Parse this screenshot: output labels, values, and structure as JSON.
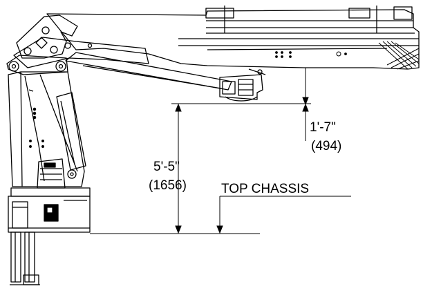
{
  "dimensions": {
    "upper": {
      "feet_inches": "1'-7\"",
      "mm": "(494)"
    },
    "main": {
      "feet_inches": "5'-5\"",
      "mm": "(1656)"
    }
  },
  "reference_label": "TOP CHASSIS",
  "colors": {
    "ink": "#000000",
    "paper": "#ffffff"
  }
}
